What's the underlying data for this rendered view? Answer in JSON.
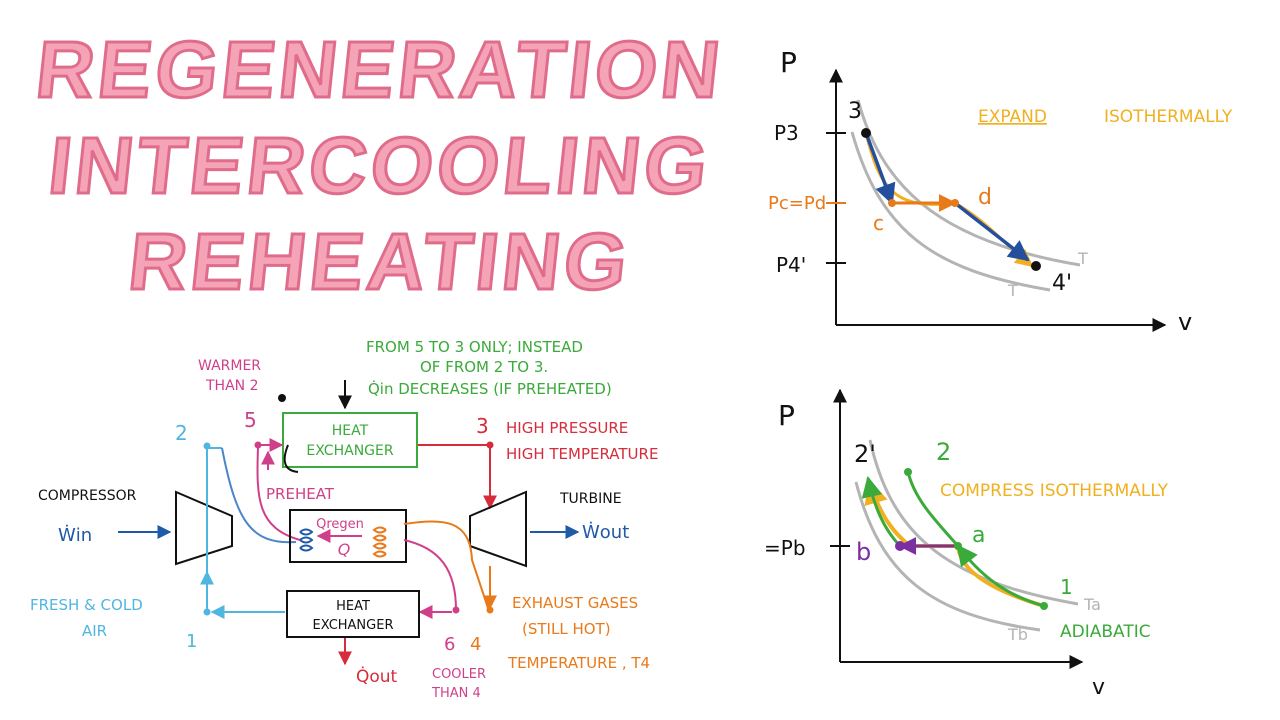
{
  "title": {
    "line1": "REGENERATION",
    "line2": "INTERCOOLING",
    "line3": "REHEATING"
  },
  "colors": {
    "title_fill": "#f5a3b7",
    "title_stroke": "#e06c8c",
    "green": "#3aaa3a",
    "red": "#d62c3c",
    "magenta": "#d0408a",
    "orange": "#e87a1a",
    "blue": "#1f5aa8",
    "light_blue": "#4fb6e0",
    "black": "#111111",
    "yellow": "#f0b020",
    "gray": "#b4b4b4",
    "purple": "#7b2fa0",
    "dark_blue": "#244e9e"
  },
  "cycle": {
    "note_green_1": "FROM 5 TO 3 ONLY; INSTEAD",
    "note_green_2": "OF FROM 2 TO 3.",
    "note_green_3": "Q̇in DECREASES (IF PREHEATED)",
    "warmer_1": "WARMER",
    "warmer_2": "THAN 2",
    "label_5": "5",
    "label_2": "2",
    "label_3": "3",
    "label_1": "1",
    "label_6": "6",
    "label_4": "4",
    "hx_top_1": "HEAT",
    "hx_top_2": "EXCHANGER",
    "hx_bottom_1": "HEAT",
    "hx_bottom_2": "EXCHANGER",
    "high_pressure": "HIGH PRESSURE",
    "high_temperature": "HIGH TEMPERATURE",
    "compressor": "COMPRESSOR",
    "win": "Ẇin",
    "turbine": "TURBINE",
    "wout": "Ẇout",
    "preheat": "PREHEAT",
    "qregen": "Qregen",
    "q": "Q",
    "fresh_1": "FRESH & COLD",
    "fresh_2": "AIR",
    "exhaust_1": "EXHAUST GASES",
    "exhaust_2": "(STILL HOT)",
    "temperature": "TEMPERATURE , T4",
    "qout": "Q̇out",
    "cooler_1": "COOLER",
    "cooler_2": "THAN 4"
  },
  "expand_chart": {
    "y_axis": "P",
    "x_axis": "v",
    "p3": "P3",
    "pcpd": "Pc=Pd",
    "p4": "P4'",
    "pt3": "3",
    "ptc": "c",
    "ptd": "d",
    "pt4": "4'",
    "t_label_1": "T",
    "t_label_2": "T",
    "heading_1": "EXPAND",
    "heading_2": "ISOTHERMALLY"
  },
  "compress_chart": {
    "y_axis": "P",
    "x_axis": "v",
    "pb": "=Pb",
    "pt2p": "2'",
    "pt2": "2",
    "pta": "a",
    "ptb": "b",
    "pt1": "1",
    "ta": "Ta",
    "tb": "Tb",
    "heading": "COMPRESS ISOTHERMALLY",
    "adiabatic": "ADIABATIC"
  }
}
